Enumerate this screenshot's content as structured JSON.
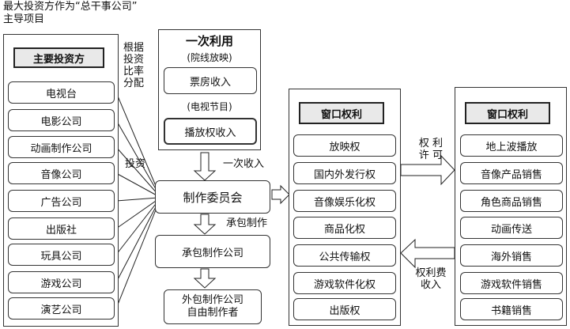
{
  "top_note": {
    "line1": "最大投资方作为“总干事公司”",
    "line2": "主导项目"
  },
  "investors": {
    "header": "主要投资方",
    "items": [
      "电视台",
      "电影公司",
      "动画制作公司",
      "音像公司",
      "广告公司",
      "出版社",
      "玩具公司",
      "游戏公司",
      "演艺公司"
    ]
  },
  "first_use": {
    "title": "一次利用",
    "cinema_label": "(院线放映)",
    "box_office": "票房收入",
    "tv_label": "(电视节目)",
    "broadcast_income": "播放权收入"
  },
  "labels": {
    "allocation": [
      "根据",
      "投资",
      "比率",
      "分配"
    ],
    "invest": "投资",
    "first_income": "一次收入",
    "contract_production": "承包制作",
    "rights_license": [
      "权 利",
      "许 可"
    ],
    "license_fee_income": [
      "权利费",
      "收入"
    ]
  },
  "committee": "制作委员会",
  "contract_company": "承包制作公司",
  "outsource": [
    "外包制作公司",
    "自由制作者"
  ],
  "window_rights_1": {
    "header": "窗口权利",
    "items": [
      "放映权",
      "国内外发行权",
      "音像娱乐化权",
      "商品化权",
      "公共传输权",
      "游戏软件化权",
      "出版权"
    ]
  },
  "window_rights_2": {
    "header": "窗口权利",
    "items": [
      "地上波播放",
      "音像产品销售",
      "角色商品销售",
      "动画传送",
      "海外销售",
      "游戏软件销售",
      "书籍销售"
    ]
  }
}
